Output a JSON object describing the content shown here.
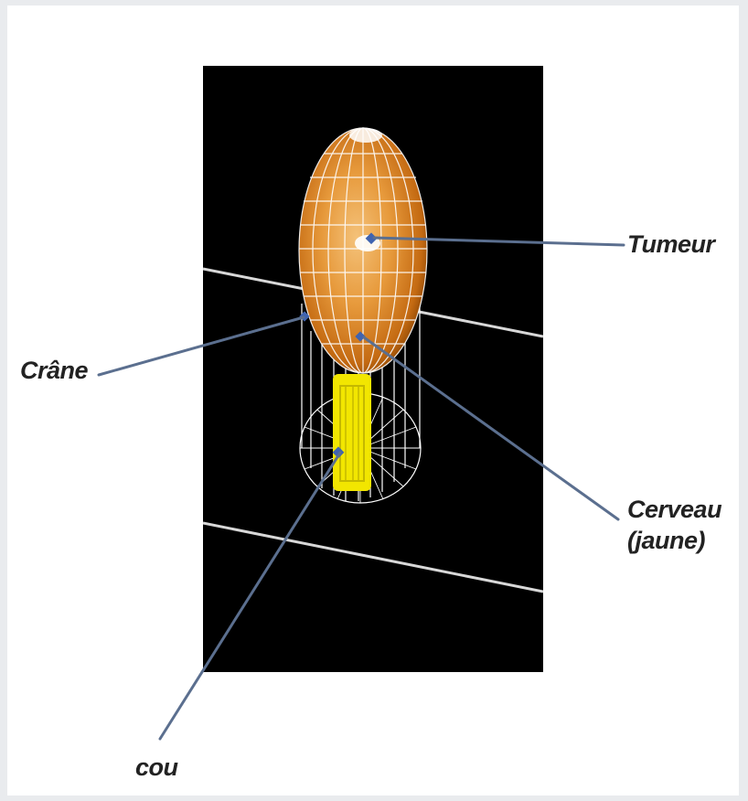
{
  "labels": {
    "tumeur": "Tumeur",
    "crane": "Crâne",
    "cerveau_line1": "Cerveau",
    "cerveau_line2": "(jaune)",
    "cou": "cou"
  },
  "colors": {
    "background": "#000000",
    "skull_orange": "#e38a2a",
    "brain_yellow": "#f2e600",
    "wireframe": "#ffffff",
    "leader_line": "#5b6f8f",
    "marker": "#3f63b0"
  }
}
